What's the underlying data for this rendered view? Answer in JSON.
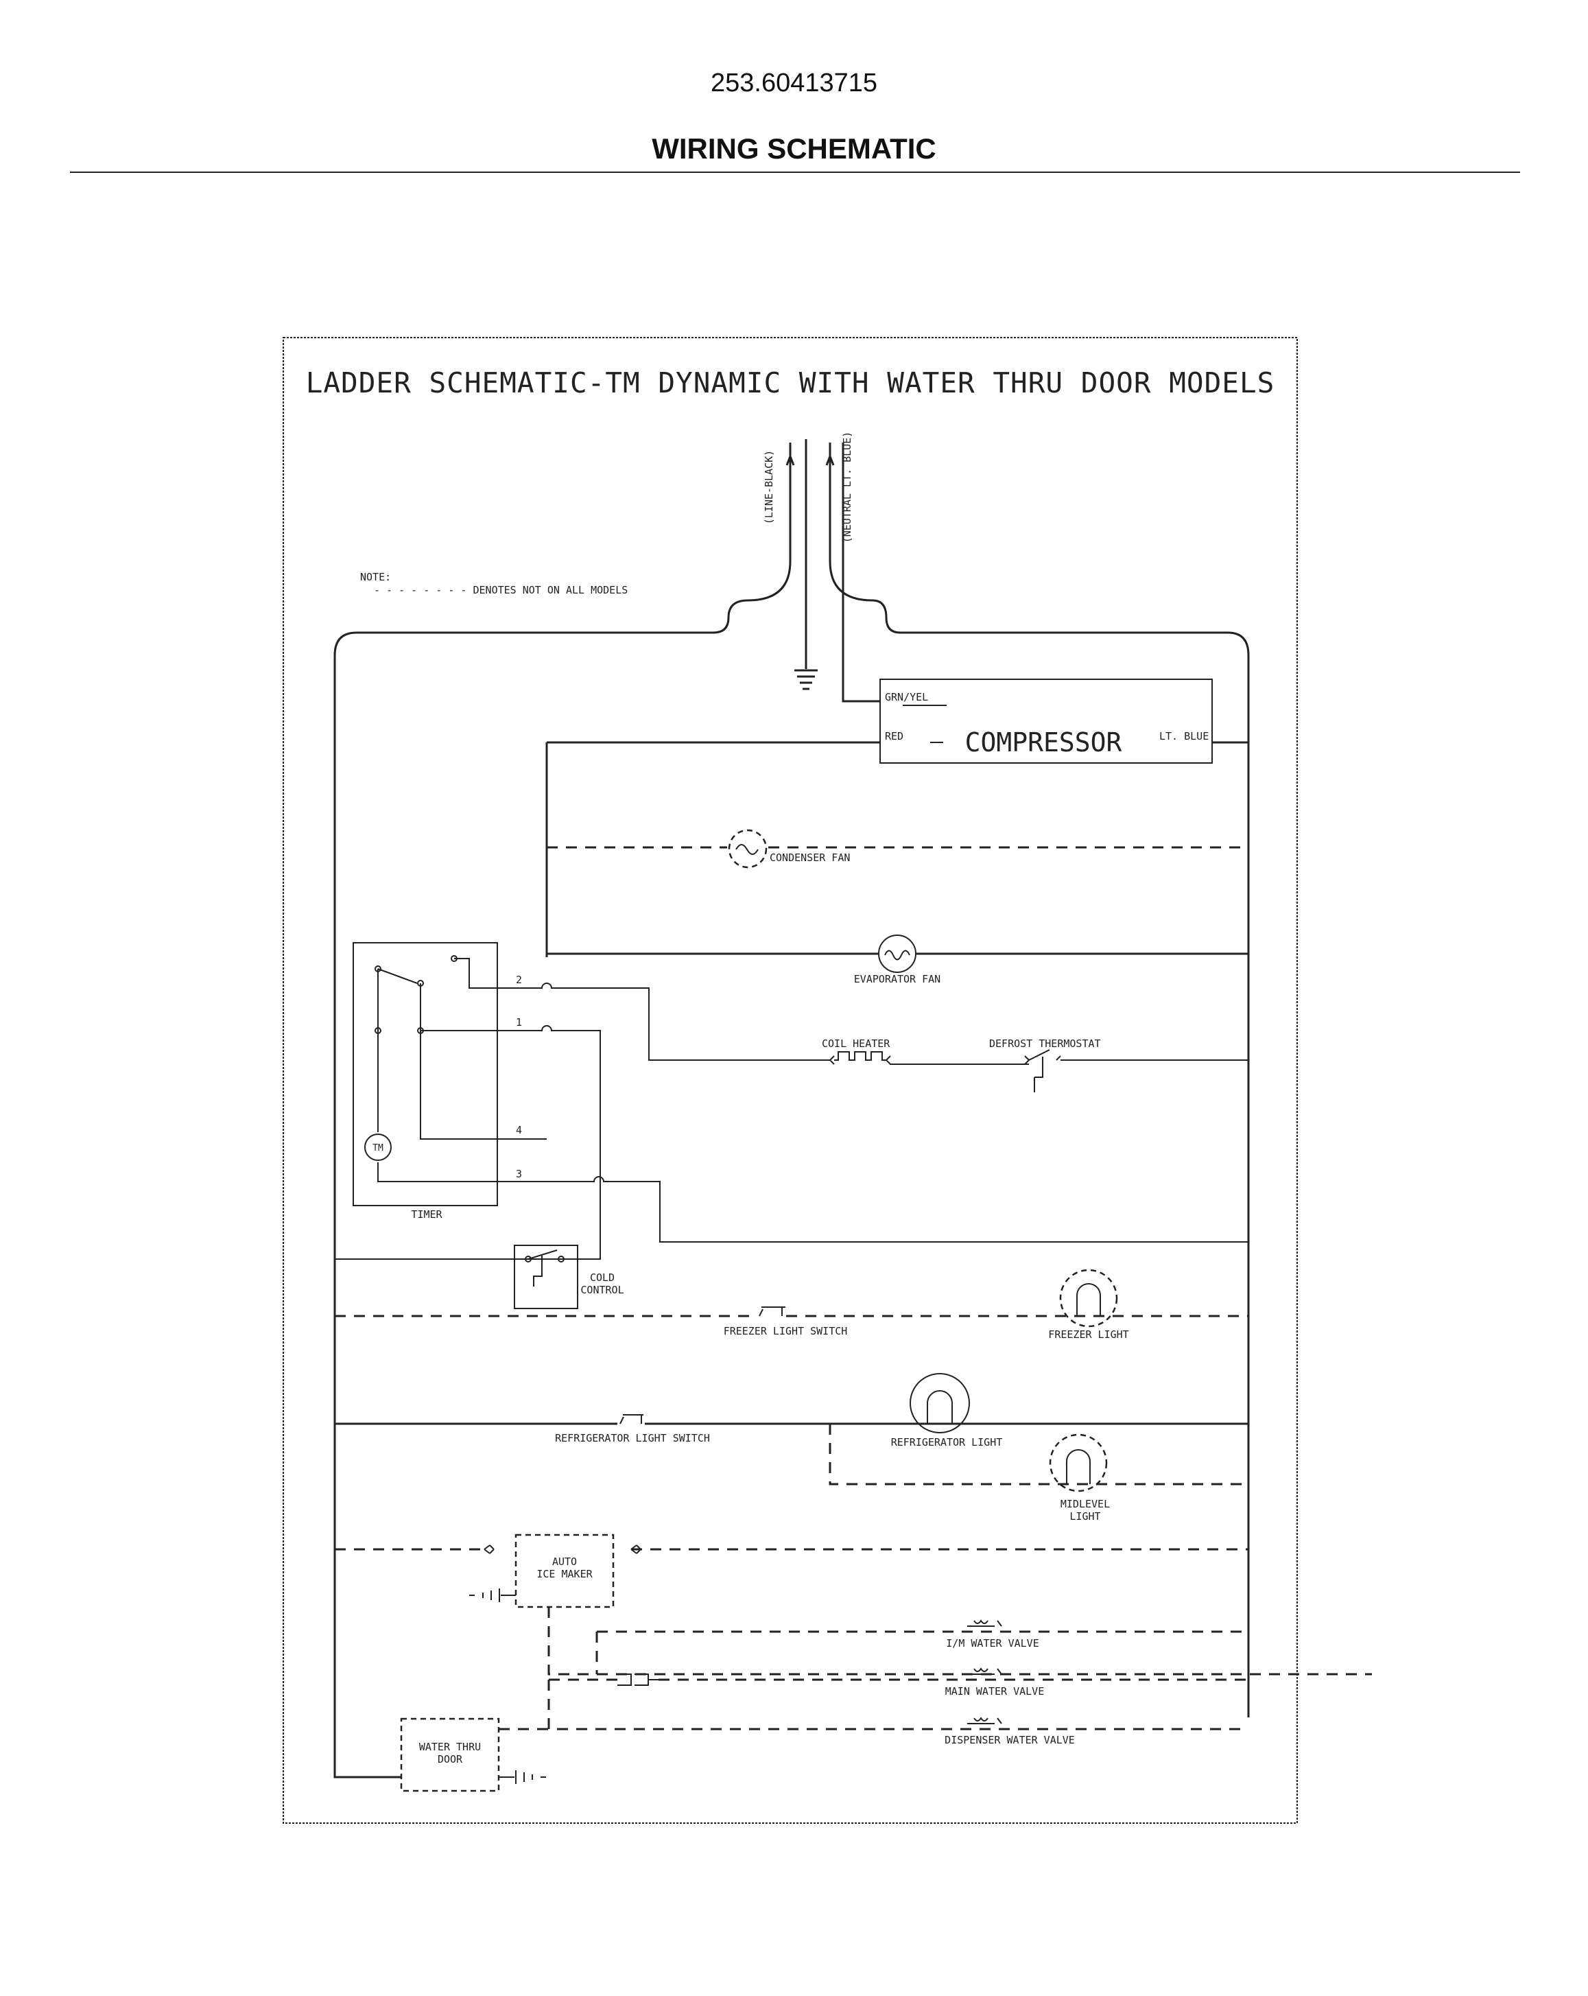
{
  "header": {
    "model_number": "253.60413715",
    "section_title": "WIRING SCHEMATIC"
  },
  "schematic": {
    "title": "LADDER SCHEMATIC-TM DYNAMIC WITH WATER THRU DOOR MODELS",
    "line_label": "(LINE-BLACK)",
    "neutral_label": "(NEUTRAL LT. BLUE)",
    "note_heading": "NOTE:",
    "note_text": "- - - - - - - - DENOTES NOT ON ALL MODELS",
    "compressor": {
      "name": "COMPRESSOR",
      "grn_yel": "GRN/YEL",
      "red": "RED",
      "lt_blue": "LT. BLUE"
    },
    "timer": {
      "label": "TIMER",
      "motor": "TM",
      "terminal_1": "1",
      "terminal_2": "2",
      "terminal_3": "3",
      "terminal_4": "4"
    },
    "components": {
      "condenser_fan": "CONDENSER FAN",
      "evaporator_fan": "EVAPORATOR FAN",
      "coil_heater": "COIL HEATER",
      "defrost_thermostat": "DEFROST THERMOSTAT",
      "cold_control_1": "COLD",
      "cold_control_2": "CONTROL",
      "freezer_light_switch": "FREEZER LIGHT SWITCH",
      "freezer_light": "FREEZER LIGHT",
      "refrigerator_light_switch": "REFRIGERATOR LIGHT SWITCH",
      "refrigerator_light": "REFRIGERATOR LIGHT",
      "midlevel_light_1": "MIDLEVEL",
      "midlevel_light_2": "LIGHT",
      "auto_ice_maker_1": "AUTO",
      "auto_ice_maker_2": "ICE MAKER",
      "im_water_valve": "I/M WATER VALVE",
      "main_water_valve": "MAIN WATER VALVE",
      "dispenser_water_valve": "DISPENSER WATER VALVE",
      "water_thru_door_1": "WATER THRU",
      "water_thru_door_2": "DOOR"
    }
  }
}
